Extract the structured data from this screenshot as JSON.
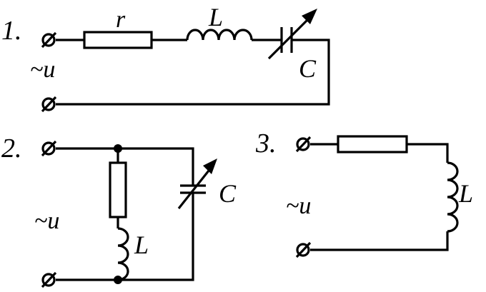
{
  "circuit1": {
    "number": "1.",
    "source": "~u",
    "resistor": "r",
    "inductor": "L",
    "capacitor": "C"
  },
  "circuit2": {
    "number": "2.",
    "source": "~u",
    "inductor": "L",
    "capacitor": "C"
  },
  "circuit3": {
    "number": "3.",
    "source": "~u",
    "inductor": "L"
  }
}
